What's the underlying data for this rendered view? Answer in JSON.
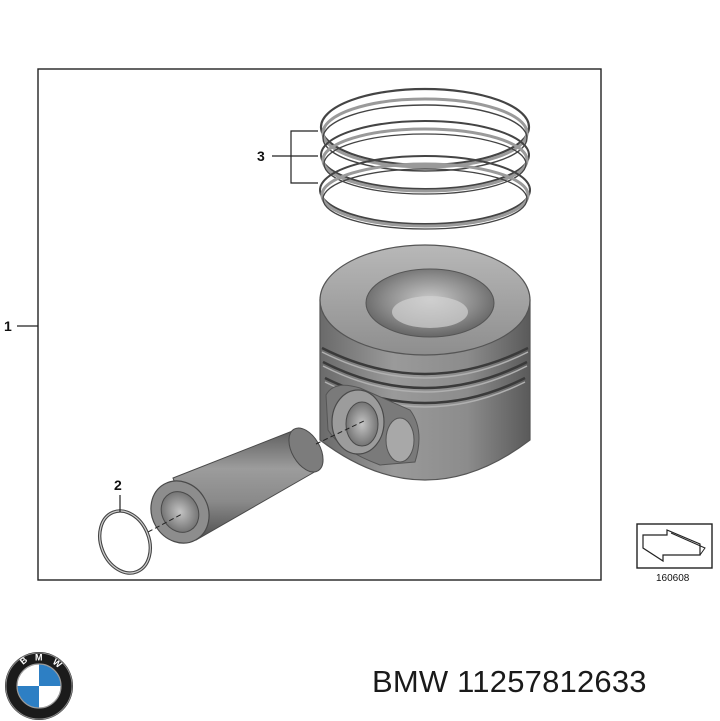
{
  "diagram": {
    "callouts": [
      "1",
      "2",
      "3"
    ],
    "reference_number": "160608"
  },
  "logo": {
    "brand": "BMW",
    "colors": {
      "blue": "#2d7fc4",
      "white": "#ffffff",
      "ring": "#1b1b1b"
    }
  },
  "caption": {
    "text": "BMW 11257812633"
  },
  "colors": {
    "frame": "#222222",
    "metal_dark": "#5f5f5f",
    "metal_mid": "#8a8a8a",
    "metal_light": "#bdbdbd",
    "ring_stroke": "#444444"
  }
}
